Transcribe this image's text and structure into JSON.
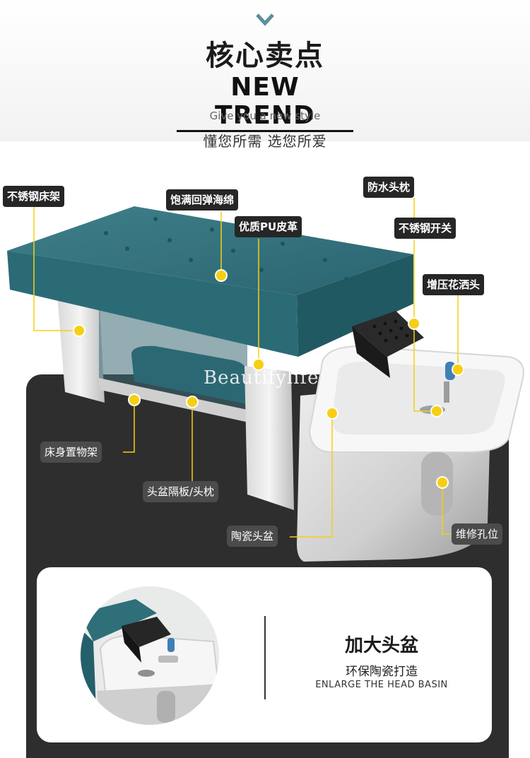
{
  "header": {
    "title_cn": "核心卖点",
    "title_en": "NEW TREND",
    "subtitle_en": "Give you a new style",
    "subtitle_cn": "懂您所需 选您所爱"
  },
  "labels": {
    "stainless_frame": "不锈钢床架",
    "full_sponge": "饱满回弹海绵",
    "pu_leather": "优质PU皮革",
    "waterproof_pillow": "防水头枕",
    "stainless_switch": "不锈钢开关",
    "shower_head": "增压花洒头",
    "bed_shelf": "床身置物架",
    "basin_divider": "头盆隔板/头枕",
    "ceramic_basin": "陶瓷头盆",
    "repair_hole": "维修孔位"
  },
  "watermark": "Beautifylife",
  "feature_card": {
    "title": "加大头盆",
    "subtitle_cn": "环保陶瓷打造",
    "subtitle_en": "ENLARGE THE HEAD BASIN"
  },
  "colors": {
    "leather": "#2f6f7a",
    "accent_dot": "#f7cf12",
    "label_bg": "#262626",
    "panel_bg": "#2e2e2e"
  }
}
